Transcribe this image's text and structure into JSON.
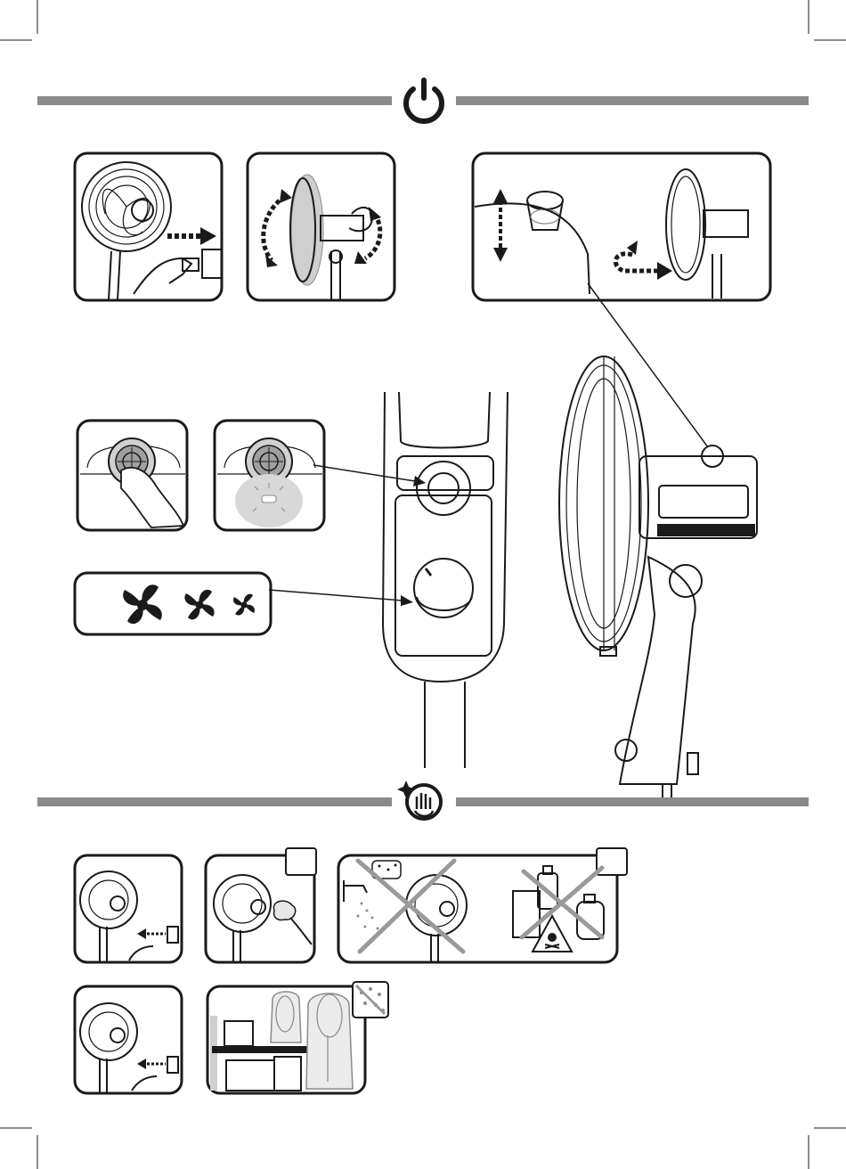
{
  "page": {
    "sections": [
      {
        "id": "operation",
        "icon": "power-icon"
      },
      {
        "id": "cleaning",
        "icon": "sparkle-hand-icon"
      }
    ],
    "operation_steps": [
      "unplug-and-plug",
      "tilt-head",
      "oscillation-knob",
      "power-button-press",
      "power-button-indicator",
      "speed-selection"
    ],
    "speed_levels": 3,
    "cleaning_steps": [
      "unplug",
      "wipe-with-cloth",
      "no-water-spray",
      "no-chemicals",
      "unplug-storage",
      "store-covered"
    ],
    "colors": {
      "bar": "#8a8a8a",
      "ink": "#1a1a1a",
      "forbid": "#9a9a9a"
    }
  }
}
